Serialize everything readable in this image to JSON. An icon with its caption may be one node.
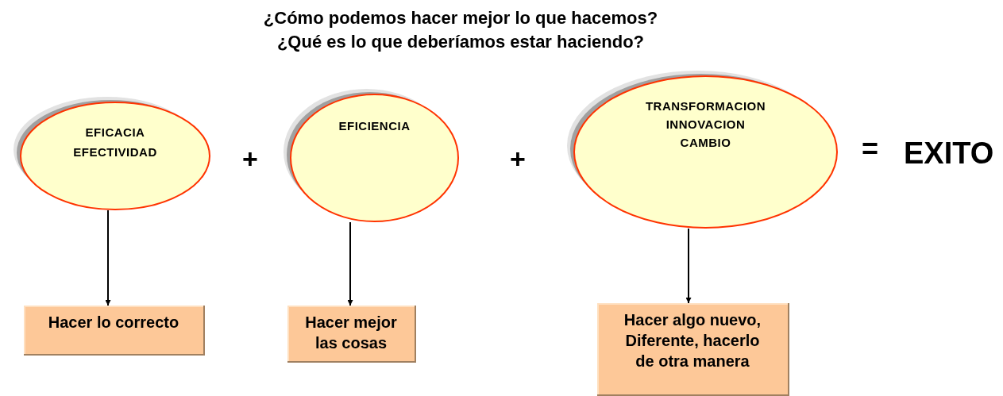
{
  "diagram": {
    "title": "¿Cómo podemos hacer mejor lo que hacemos? ¿Qué es lo que deberíamos estar haciendo?",
    "nodes": [
      {
        "text": [
          "EFICACIA",
          "EFECTIVIDAD"
        ]
      },
      {
        "text": [
          "EFICIENCIA"
        ]
      },
      {
        "text": [
          "TRANSFORMACION",
          "INNOVACION",
          "CAMBIO"
        ]
      },
      {
        "text": [
          "Hacer lo correcto"
        ]
      },
      {
        "text": [
          "Hacer mejor las cosas"
        ]
      },
      {
        "text": [
          "Hacer algo nuevo, Diferente, hacerlo de otra manera"
        ]
      }
    ],
    "edges": [
      {
        "from": 0,
        "to": 3,
        "arrow": "to"
      },
      {
        "from": 1,
        "to": 4,
        "arrow": "to"
      },
      {
        "from": 2,
        "to": 5,
        "arrow": "to"
      }
    ],
    "labels": [
      "+",
      "+",
      "=",
      "EXITO"
    ]
  }
}
